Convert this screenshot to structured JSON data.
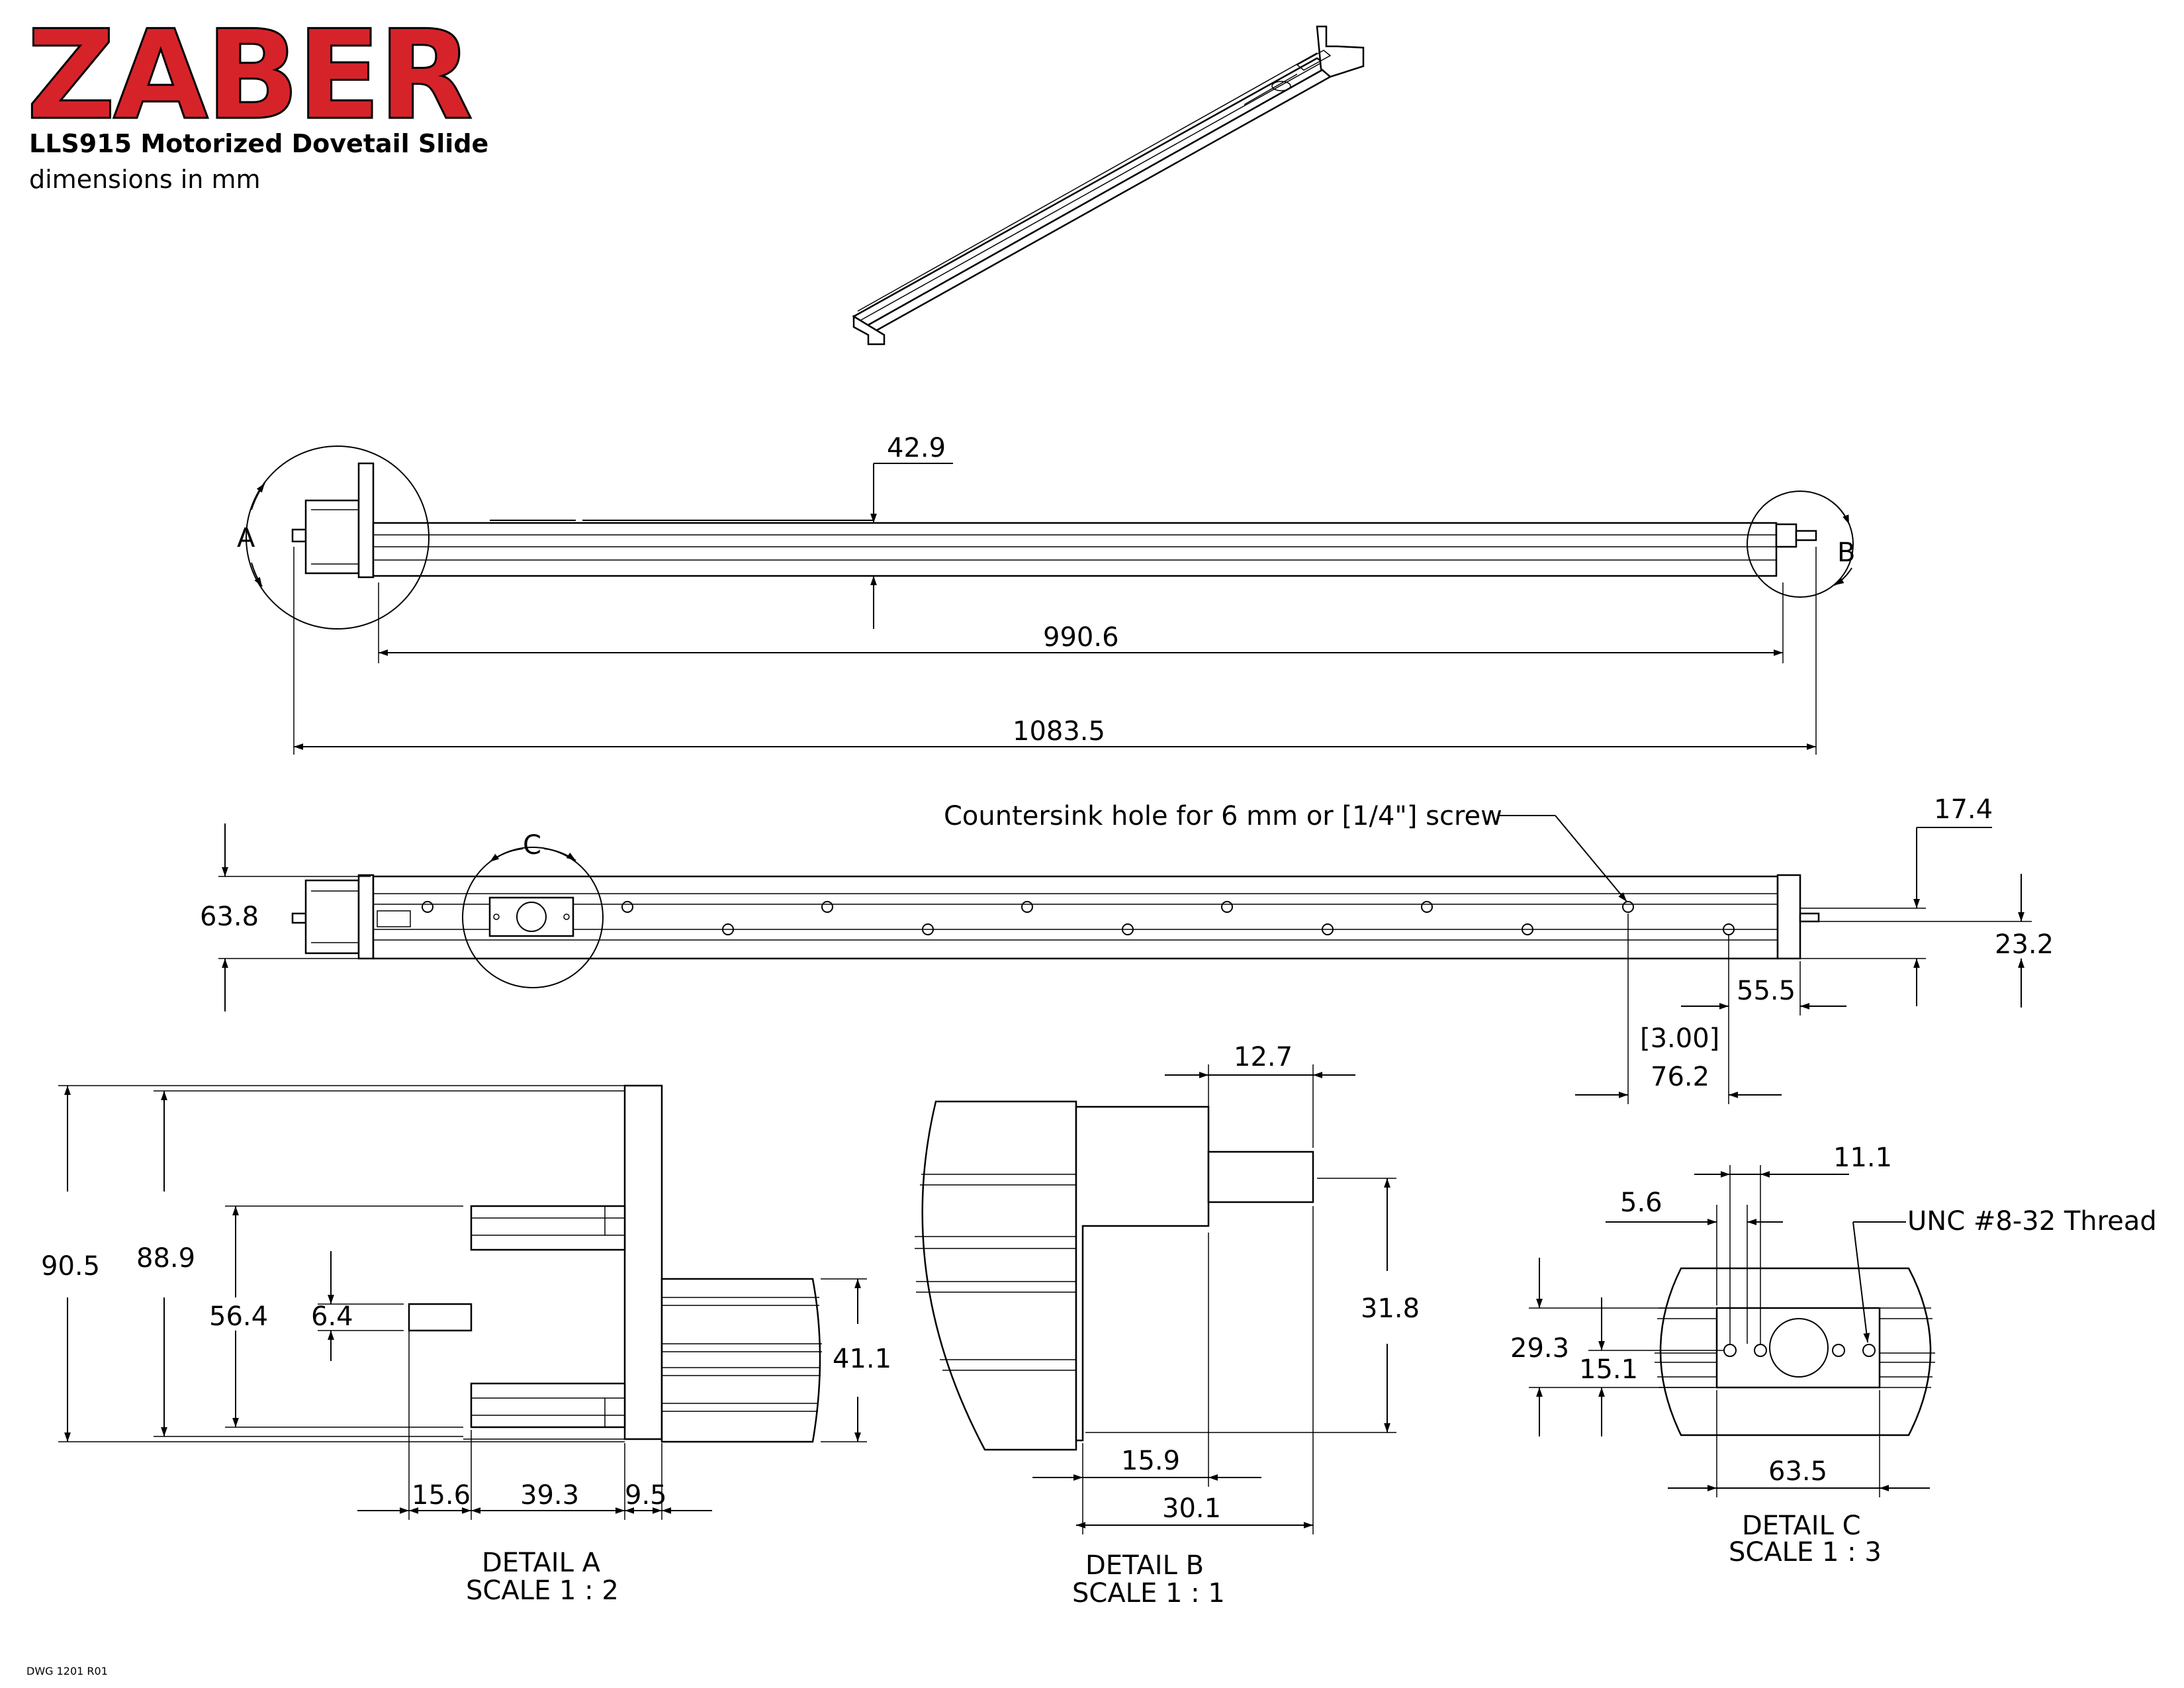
{
  "header": {
    "brand": "ZABER",
    "title": "LLS915 Motorized Dovetail Slide",
    "subtitle": "dimensions in mm"
  },
  "side_view": {
    "height_dim": "42.9",
    "travel_length": "990.6",
    "overall_length": "1083.5",
    "detail_a_tag": "A",
    "detail_b_tag": "B"
  },
  "top_view": {
    "note": "Countersink hole for 6 mm  or [1/4\"] screw",
    "width_dim": "63.8",
    "end_dim": "17.4",
    "offset_dim": "23.2",
    "end_offset": "55.5",
    "spacing_in": "[3.00]",
    "spacing_mm": "76.2",
    "detail_c_tag": "C"
  },
  "detail_a": {
    "label": "DETAIL A",
    "scale": "SCALE 1 : 2",
    "dims": {
      "d90_5": "90.5",
      "d88_9": "88.9",
      "d56_4": "56.4",
      "d6_4": "6.4",
      "d41_1": "41.1",
      "d15_6": "15.6",
      "d39_3": "39.3",
      "d9_5": "9.5"
    }
  },
  "detail_b": {
    "label": "DETAIL B",
    "scale": "SCALE 1 : 1",
    "dims": {
      "d12_7": "12.7",
      "d31_8": "31.8",
      "d15_9": "15.9",
      "d30_1": "30.1"
    }
  },
  "detail_c": {
    "label": "DETAIL C",
    "scale": "SCALE 1 : 3",
    "thread_note": "UNC #8-32 Thread",
    "dims": {
      "d11_1": "11.1",
      "d5_6": "5.6",
      "d29_3": "29.3",
      "d15_1": "15.1",
      "d63_5": "63.5"
    }
  },
  "footer": {
    "drawing_number": "DWG 1201 R01"
  }
}
